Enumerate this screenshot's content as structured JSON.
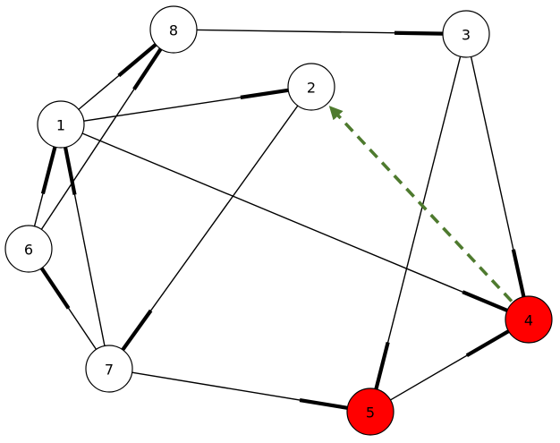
{
  "graph": {
    "nodes": [
      {
        "id": "1",
        "label": "1",
        "highlighted": false
      },
      {
        "id": "2",
        "label": "2",
        "highlighted": false
      },
      {
        "id": "3",
        "label": "3",
        "highlighted": false
      },
      {
        "id": "4",
        "label": "4",
        "highlighted": true
      },
      {
        "id": "5",
        "label": "5",
        "highlighted": true
      },
      {
        "id": "6",
        "label": "6",
        "highlighted": false
      },
      {
        "id": "7",
        "label": "7",
        "highlighted": false
      },
      {
        "id": "8",
        "label": "8",
        "highlighted": false
      }
    ],
    "edges": [
      {
        "from": "1",
        "to": "8",
        "heavy_end": "8"
      },
      {
        "from": "1",
        "to": "2",
        "heavy_end": "2"
      },
      {
        "from": "1",
        "to": "4",
        "heavy_end": "4"
      },
      {
        "from": "6",
        "to": "1",
        "heavy_end": "1"
      },
      {
        "from": "7",
        "to": "1",
        "heavy_end": "1"
      },
      {
        "from": "6",
        "to": "8",
        "heavy_end": "8"
      },
      {
        "from": "8",
        "to": "3",
        "heavy_end": "3"
      },
      {
        "from": "2",
        "to": "7",
        "heavy_end": "7"
      },
      {
        "from": "3",
        "to": "4",
        "heavy_end": "4"
      },
      {
        "from": "3",
        "to": "5",
        "heavy_end": "5"
      },
      {
        "from": "5",
        "to": "4",
        "heavy_end": "4"
      },
      {
        "from": "7",
        "to": "6",
        "heavy_end": "6"
      },
      {
        "from": "7",
        "to": "5",
        "heavy_end": "5"
      }
    ],
    "directed_edges": [
      {
        "from": "4",
        "to": "2",
        "style": "dashed"
      }
    ],
    "colors": {
      "node_fill": "#ffffff",
      "highlight_fill": "#ff0000",
      "stroke": "#000000",
      "arrow": "#4e7a2e"
    }
  }
}
